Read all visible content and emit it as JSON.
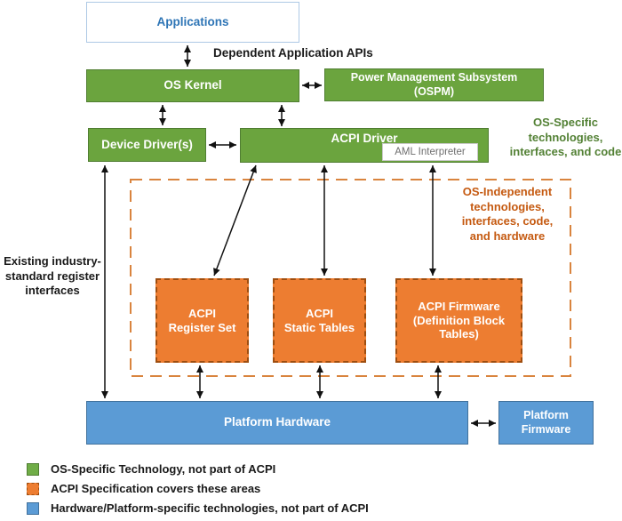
{
  "title": "ACPI architecture block diagram",
  "colors": {
    "os_specific_green": "#70AD47",
    "acpi_orange": "#ED7D31",
    "platform_blue": "#5B9BD5",
    "applications_text_blue": "#2E75B6",
    "green_note_text": "#538135",
    "orange_note_text": "#C55A11"
  },
  "boxes": {
    "applications": {
      "label": "Applications"
    },
    "os_kernel": {
      "label": "OS Kernel"
    },
    "power_mgmt": {
      "label": "Power Management Subsystem\n(OSPM)"
    },
    "device_drivers": {
      "label": "Device Driver(s)"
    },
    "acpi_driver": {
      "label": "ACPI Driver",
      "sub_label": "AML Interpreter"
    },
    "acpi_register_set": {
      "label": "ACPI\nRegister Set"
    },
    "acpi_static_tables": {
      "label": "ACPI\nStatic Tables"
    },
    "acpi_firmware": {
      "label": "ACPI Firmware\n(Definition Block\nTables)"
    },
    "platform_hardware": {
      "label": "Platform Hardware"
    },
    "platform_firmware": {
      "label": "Platform\nFirmware"
    }
  },
  "annotations": {
    "dependent_apis": "Dependent Application APIs",
    "os_specific": "OS-Specific\ntechnologies,\ninterfaces, and code",
    "os_independent": "OS-Independent\ntechnologies,\ninterfaces, code,\nand hardware",
    "register_interfaces": "Existing industry-\nstandard register\ninterfaces"
  },
  "legend": {
    "items": [
      {
        "label": "OS-Specific Technology, not part of ACPI",
        "color": "#70AD47"
      },
      {
        "label": "ACPI Specification covers these areas",
        "color": "#ED7D31"
      },
      {
        "label": "Hardware/Platform-specific technologies, not part of ACPI",
        "color": "#5B9BD5"
      }
    ]
  }
}
